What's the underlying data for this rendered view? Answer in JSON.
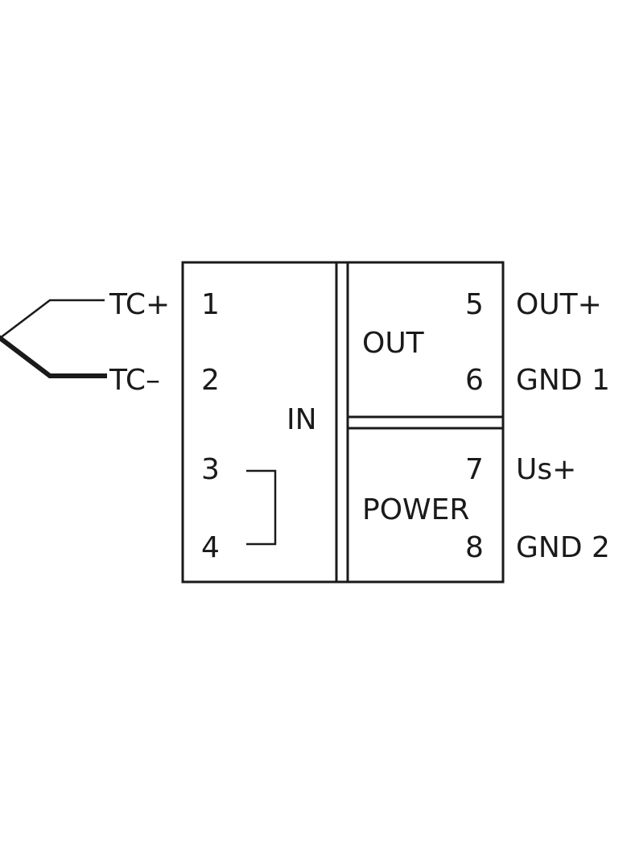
{
  "wiring": {
    "input_labels": {
      "tc_plus": "TC+",
      "tc_minus": "TC–"
    },
    "in_block": {
      "label": "IN",
      "terminals": [
        "1",
        "2",
        "3",
        "4"
      ]
    },
    "out_block": {
      "label": "OUT",
      "terminals": [
        "5",
        "6"
      ]
    },
    "power_block": {
      "label": "POWER",
      "terminals": [
        "7",
        "8"
      ]
    },
    "output_labels": {
      "out_plus": "OUT+",
      "gnd1": "GND 1",
      "us_plus": "Us+",
      "gnd2": "GND 2"
    }
  }
}
